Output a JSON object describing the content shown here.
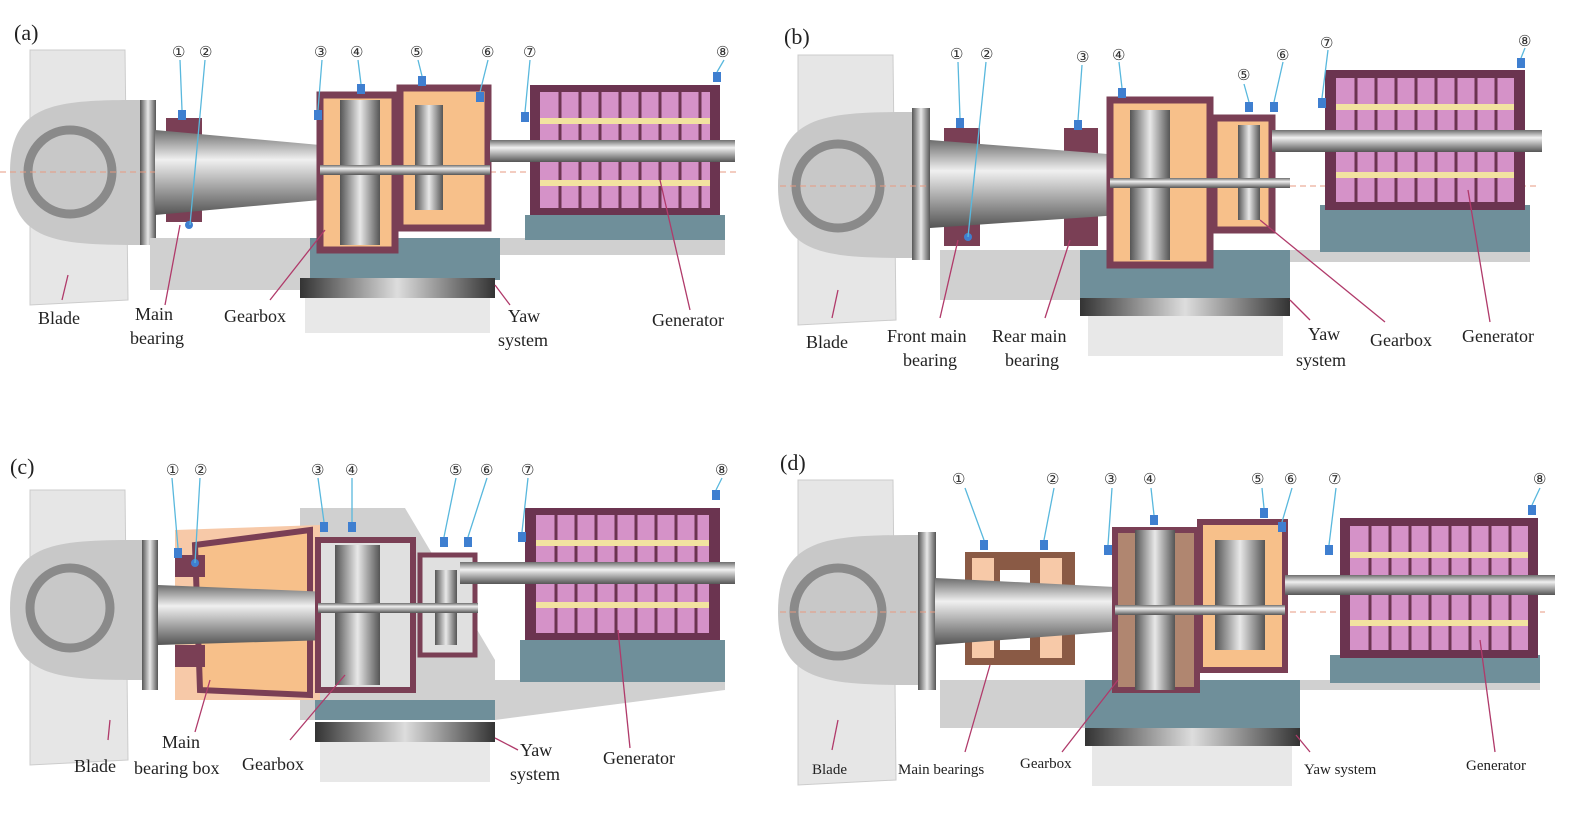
{
  "panels": [
    {
      "letter": "(a)",
      "sensor_numbers": [
        "①",
        "②",
        "③",
        "④",
        "⑤",
        "⑥",
        "⑦",
        "⑧"
      ],
      "labels": {
        "blade": "Blade",
        "bearing": [
          "Main",
          "bearing"
        ],
        "gearbox": "Gearbox",
        "yaw": [
          "Yaw",
          "system"
        ],
        "generator": "Generator"
      }
    },
    {
      "letter": "(b)",
      "sensor_numbers": [
        "①",
        "②",
        "③",
        "④",
        "⑤",
        "⑥",
        "⑦",
        "⑧"
      ],
      "labels": {
        "blade": "Blade",
        "front_bearing": [
          "Front main",
          "bearing"
        ],
        "rear_bearing": [
          "Rear main",
          "bearing"
        ],
        "yaw": [
          "Yaw",
          "system"
        ],
        "gearbox": "Gearbox",
        "generator": "Generator"
      }
    },
    {
      "letter": "(c)",
      "sensor_numbers": [
        "①",
        "②",
        "③",
        "④",
        "⑤",
        "⑥",
        "⑦",
        "⑧"
      ],
      "labels": {
        "blade": "Blade",
        "bearing": [
          "Main",
          "bearing box"
        ],
        "gearbox": "Gearbox",
        "yaw": [
          "Yaw",
          "system"
        ],
        "generator": "Generator"
      }
    },
    {
      "letter": "(d)",
      "sensor_numbers": [
        "①",
        "②",
        "③",
        "④",
        "⑤",
        "⑥",
        "⑦",
        "⑧"
      ],
      "labels": {
        "blade": "Blade",
        "bearing": "Main bearings",
        "gearbox": "Gearbox",
        "yaw": "Yaw system",
        "generator": "Generator"
      }
    }
  ],
  "colors": {
    "blade": "#e6e6e6",
    "hub": "#c8c8c8",
    "shaft": "#a9a9a9",
    "gearbox_casing": "#7a3f55",
    "gearbox_fill": "#f7c08a",
    "generator_casing": "#6b3450",
    "generator_coil": "#d592c8",
    "base": "#6f8f9a",
    "sensor": "#3f7fd0",
    "leader_blue": "#59b8dd",
    "leader_red": "#b03a6a"
  }
}
